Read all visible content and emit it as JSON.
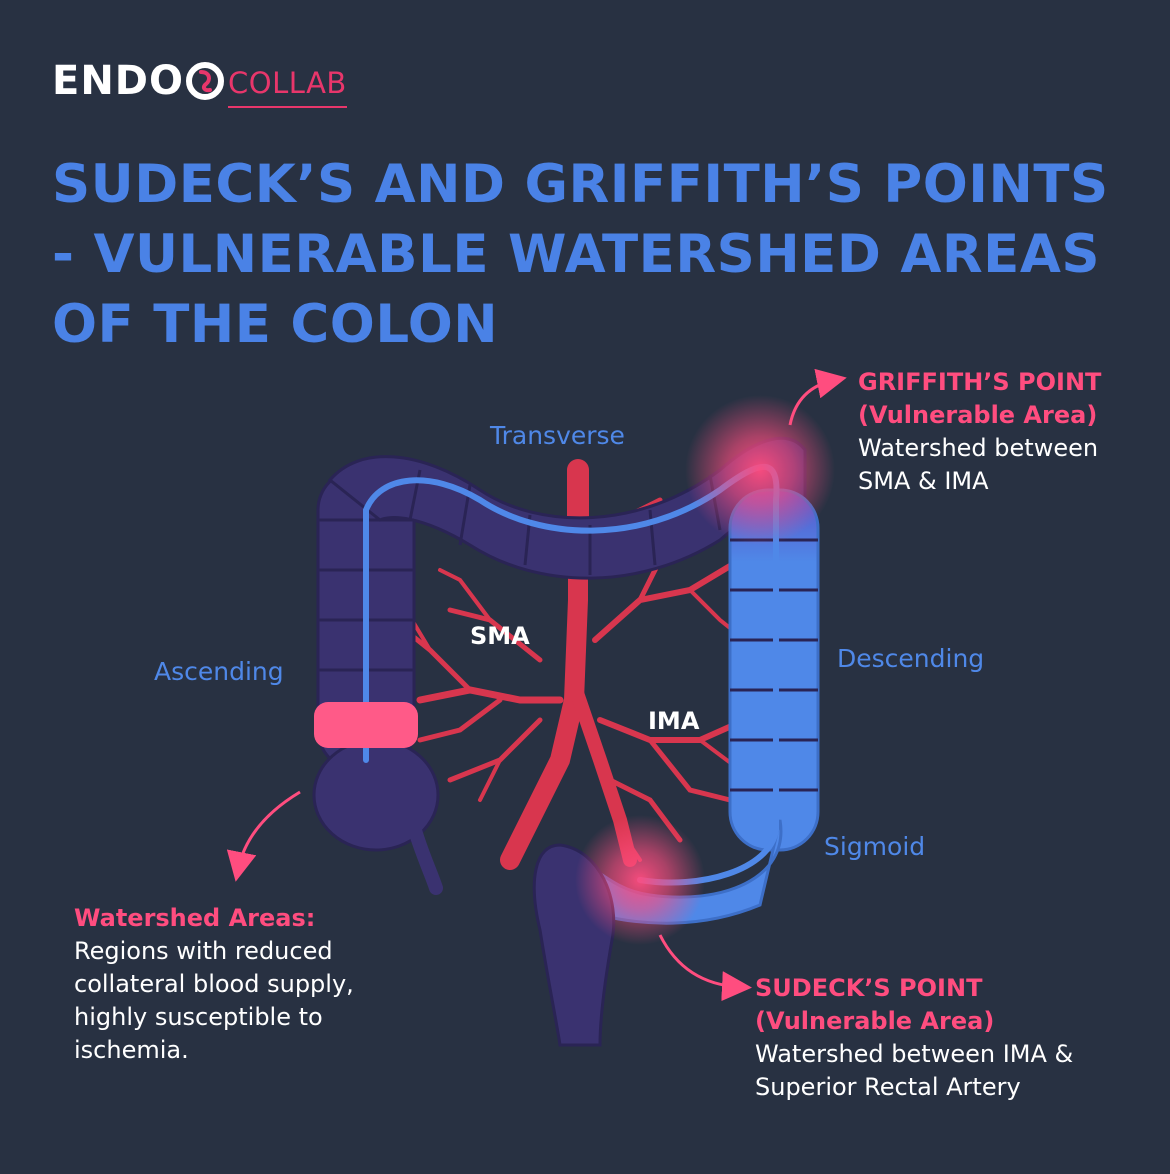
{
  "brand": {
    "endo": "ENDO",
    "collab": "COLLAB",
    "accent": "#e8366b"
  },
  "title": "SUDECK’S AND GRIFFITH’S POINTS - VULNERABLE WATERSHED AREAS OF THE COLON",
  "labels": {
    "transverse": "Transverse",
    "ascending": "Ascending",
    "descending": "Descending",
    "sigmoid": "Sigmoid",
    "sma": "SMA",
    "ima": "IMA"
  },
  "griffith": {
    "heading": "GRIFFITH’S POINT",
    "sub": "(Vulnerable Area)",
    "line1": "Watershed between",
    "line2": "SMA & IMA"
  },
  "sudeck": {
    "heading": "SUDECK’S POINT",
    "sub": "(Vulnerable Area)",
    "line1": "Watershed between IMA &",
    "line2": "Superior Rectal Artery"
  },
  "watershed": {
    "heading": "Watershed Areas:",
    "line1": "Regions with reduced",
    "line2": "collateral blood supply,",
    "line3": "highly susceptible to",
    "line4": "ischemia."
  },
  "colors": {
    "background": "#283142",
    "title": "#4a82e6",
    "colon_dark": "#3a3270",
    "colon_blue": "#4f88e8",
    "artery": "#d8364e",
    "highlight": "#ff4d7f"
  },
  "icons": [
    "arrow-icon",
    "logo-colon-icon"
  ]
}
